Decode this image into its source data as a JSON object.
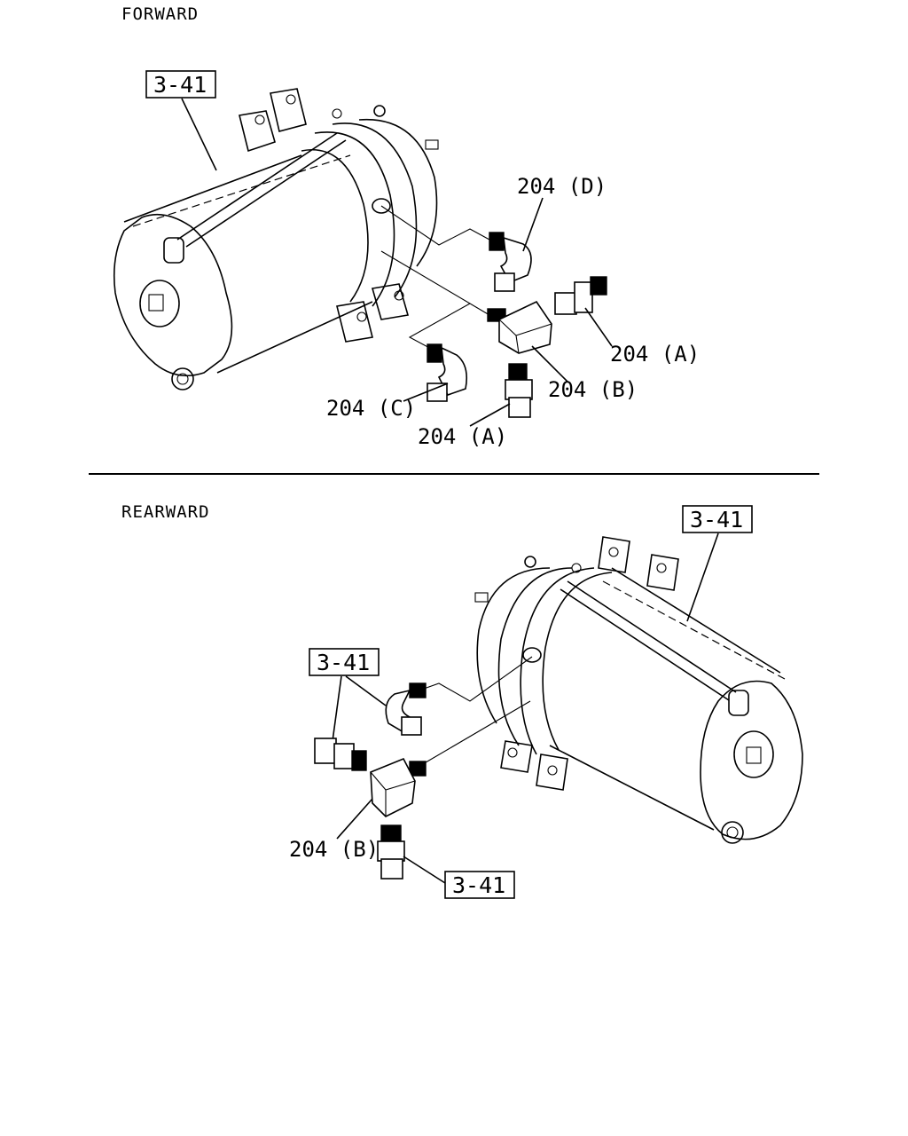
{
  "forward": {
    "title": "FORWARD",
    "ref": "3-41",
    "labels": {
      "d": "204 (D)",
      "a_right": "204 (A)",
      "b": "204 (B)",
      "c": "204 (C)",
      "a_bottom": "204 (A)"
    }
  },
  "rearward": {
    "title": "REARWARD",
    "ref_top": "3-41",
    "ref_left": "3-41",
    "ref_bottom": "3-41",
    "label_b": "204 (B)"
  }
}
